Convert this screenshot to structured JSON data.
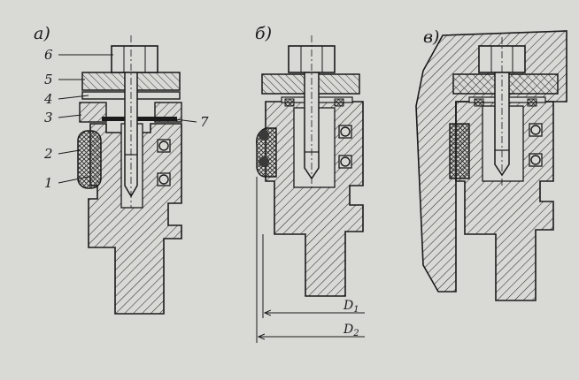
{
  "colors": {
    "paper": "#d9d9d6",
    "ink": "#1a1a1a",
    "hatch": "#2b2b2b",
    "seal": "#3a3a3a"
  },
  "views": [
    {
      "id": "a",
      "label": "а)"
    },
    {
      "id": "b",
      "label": "б)"
    },
    {
      "id": "v",
      "label": "в)"
    }
  ],
  "part_labels": [
    "6",
    "5",
    "4",
    "3",
    "2",
    "1",
    "7"
  ],
  "dimensions": {
    "d1": "D",
    "d1_sub": "1",
    "d2": "D",
    "d2_sub": "2"
  }
}
